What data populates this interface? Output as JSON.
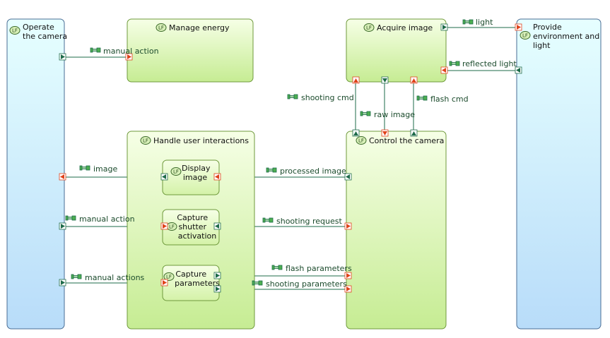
{
  "colors": {
    "actor_fill_top": "#e6ffff",
    "actor_fill_bottom": "#b8dcf9",
    "actor_stroke": "#4a6d95",
    "function_fill_top": "#f6ffe6",
    "function_fill_bottom": "#c6ec93",
    "function_stroke": "#6f9a3c",
    "connector": "#1e6b4a",
    "port_out": "#1e6b4a",
    "port_in": "#e0421b"
  },
  "badge_text": "LF",
  "actors": {
    "operate": {
      "lines": [
        "Operate",
        "the camera"
      ]
    },
    "environment": {
      "lines": [
        "Provide",
        "environment and",
        "light"
      ]
    }
  },
  "functions": {
    "manage_energy": {
      "lines": [
        "Manage energy"
      ]
    },
    "acquire_image": {
      "lines": [
        "Acquire image"
      ]
    },
    "handle_user": {
      "lines": [
        "Handle user interactions"
      ]
    },
    "control_camera": {
      "lines": [
        "Control the camera"
      ]
    },
    "display_image": {
      "lines": [
        "Display",
        "image"
      ]
    },
    "capture_shutter": {
      "lines": [
        "Capture",
        "shutter",
        "activation"
      ]
    },
    "capture_params": {
      "lines": [
        "Capture",
        "parameters"
      ]
    }
  },
  "flows": {
    "light": "light",
    "reflected_light": "reflected light",
    "manual_action_energy": "manual action",
    "shooting_cmd": "shooting cmd",
    "raw_image": "raw image",
    "flash_cmd": "flash cmd",
    "image": "image",
    "processed_image": "processed image",
    "manual_action_shutter": "manual action",
    "shooting_request": "shooting request",
    "manual_actions": "manual actions",
    "flash_parameters": "flash parameters",
    "shooting_parameters": "shooting parameters"
  }
}
